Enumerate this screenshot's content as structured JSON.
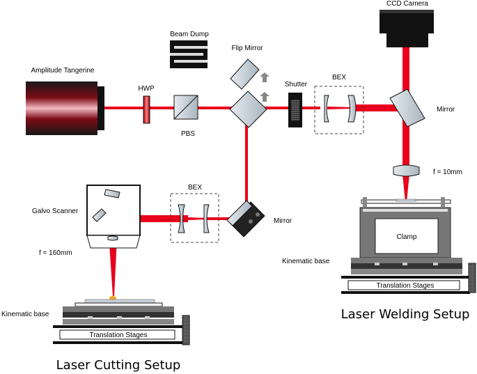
{
  "labels": {
    "ccd_camera": "CCD Camera",
    "beam_dump": "Beam Dump",
    "flip_mirror": "Flip Mirror",
    "amplitude_tangerine": "Amplitude Tangerine",
    "hwp": "HWP",
    "pbs": "PBS",
    "shutter": "Shutter",
    "bex_top": "BEX",
    "mirror_top": "Mirror",
    "f_10mm": "f = 10mm",
    "galvo_scanner": "Galvo Scanner",
    "bex_bottom": "BEX",
    "mirror_bottom": "Mirror",
    "f_160mm": "f = 160mm",
    "clamp": "Clamp",
    "kinematic_base_right": "Kinematic base",
    "translation_stages_right": "Translation Stages",
    "kinematic_base_left": "Kinematic base",
    "translation_stages_left": "Translation Stages",
    "laser_welding_setup": "Laser Welding Setup",
    "laser_cutting_setup": "Laser Cutting Setup"
  },
  "colors": {
    "beam": "#e8001c",
    "optic_fill": "#c8d0d8",
    "stage_dark": "#1a1a1a",
    "stage_gray": "#7a7a7a"
  }
}
